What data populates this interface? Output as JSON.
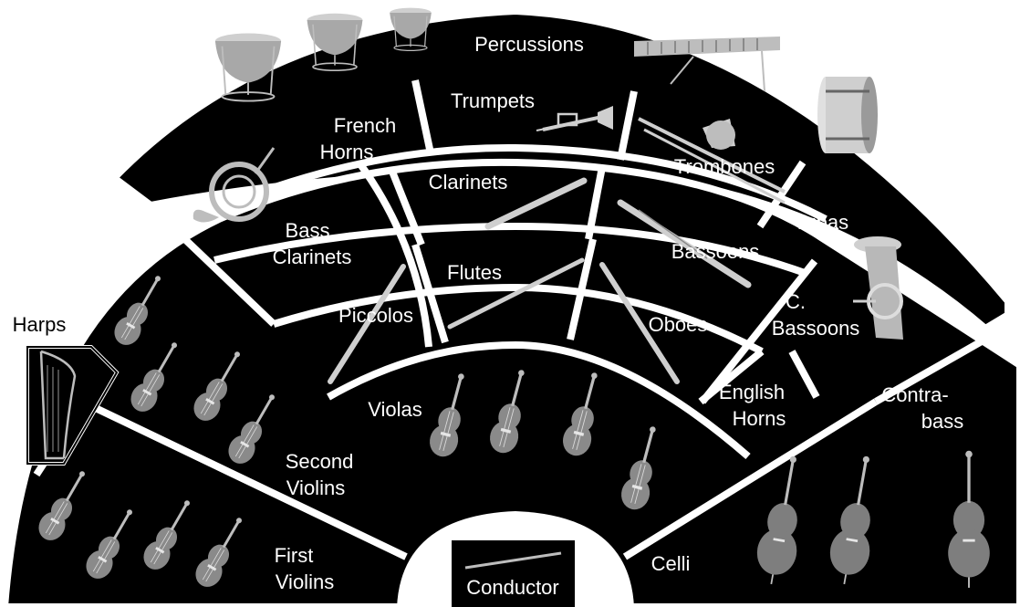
{
  "labels": {
    "percussions": "Percussions",
    "trumpets": "Trumpets",
    "french_horns_1": "French",
    "french_horns_2": "Horns",
    "trombones": "Trombones",
    "tubas": "Tubas",
    "clarinets": "Clarinets",
    "bass_clarinets_1": "Bass",
    "bass_clarinets_2": "Clarinets",
    "bassoons": "Bassoons",
    "c_bassoons_1": "C.",
    "c_bassoons_2": "Bassoons",
    "flutes": "Flutes",
    "piccolos": "Piccolos",
    "oboes": "Oboes",
    "english_horns_1": "English",
    "english_horns_2": "Horns",
    "violas": "Violas",
    "second_violins_1": "Second",
    "second_violins_2": "Violins",
    "first_violins_1": "First",
    "first_violins_2": "Violins",
    "harps": "Harps",
    "celli": "Celli",
    "contrabass_1": "Contra-",
    "contrabass_2": "bass",
    "conductor": "Conductor"
  },
  "colors": {
    "section_fill": "#000000",
    "divider": "#ffffff",
    "label_text": "#ffffff",
    "outside_label_text": "#000000",
    "instrument_wood": "#8a8a8a",
    "instrument_metal": "#bdbdbd"
  },
  "icons": {
    "percussions": "timpani-icon",
    "trumpets": "trumpet-icon",
    "french_horns": "french-horn-icon",
    "trombones": "trombone-icon",
    "tubas": "tuba-icon",
    "woodwinds": "woodwind-icon",
    "strings": "violin-icon",
    "harps": "harp-icon",
    "conductor": "baton-icon"
  }
}
